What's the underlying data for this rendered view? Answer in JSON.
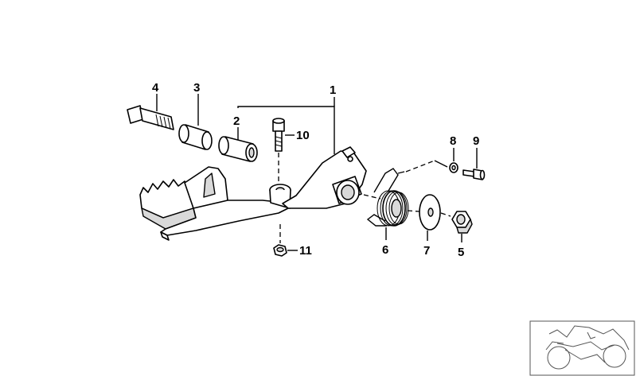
{
  "callouts": [
    {
      "id": "1",
      "label": "1"
    },
    {
      "id": "2",
      "label": "2"
    },
    {
      "id": "3",
      "label": "3"
    },
    {
      "id": "4",
      "label": "4"
    },
    {
      "id": "5",
      "label": "5"
    },
    {
      "id": "6",
      "label": "6"
    },
    {
      "id": "7",
      "label": "7"
    },
    {
      "id": "8",
      "label": "8"
    },
    {
      "id": "9",
      "label": "9"
    },
    {
      "id": "10",
      "label": "10"
    },
    {
      "id": "11",
      "label": "11"
    }
  ]
}
